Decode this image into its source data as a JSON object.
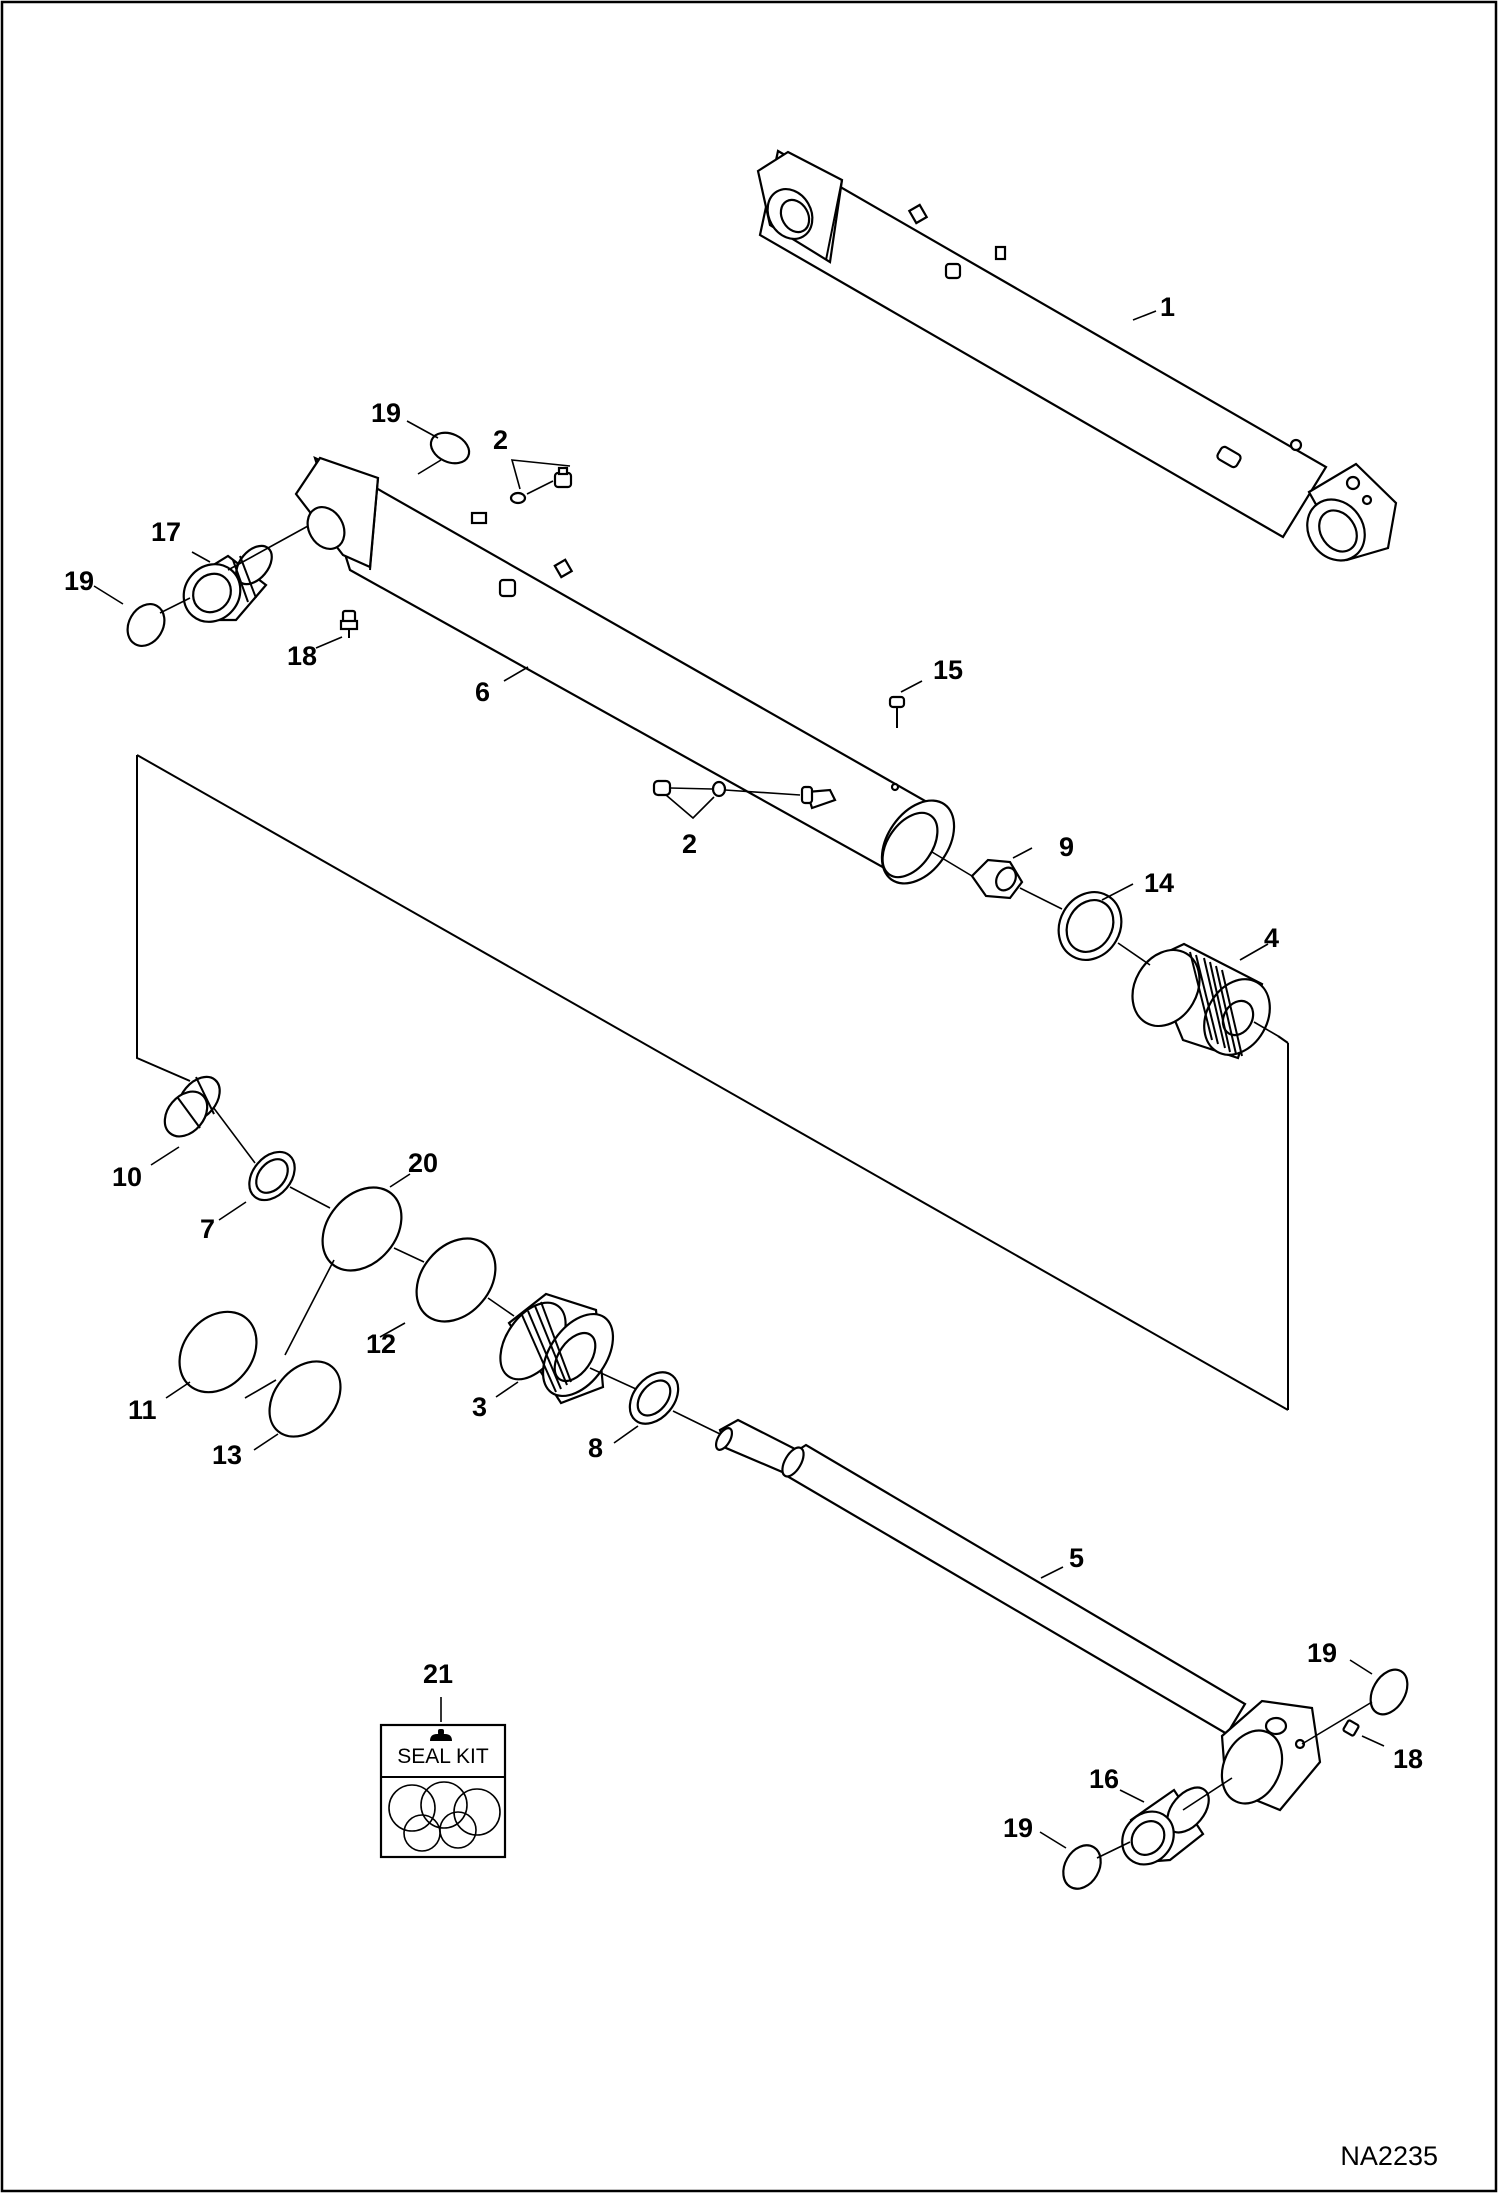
{
  "diagram_code": "NA2235",
  "seal_kit": {
    "number": "21",
    "text": "SEAL KIT"
  },
  "callouts": [
    {
      "id": "c1",
      "number": "1"
    },
    {
      "id": "c2a",
      "number": "2"
    },
    {
      "id": "c2b",
      "number": "2"
    },
    {
      "id": "c3",
      "number": "3"
    },
    {
      "id": "c4",
      "number": "4"
    },
    {
      "id": "c5",
      "number": "5"
    },
    {
      "id": "c6",
      "number": "6"
    },
    {
      "id": "c7",
      "number": "7"
    },
    {
      "id": "c8",
      "number": "8"
    },
    {
      "id": "c9",
      "number": "9"
    },
    {
      "id": "c10",
      "number": "10"
    },
    {
      "id": "c11",
      "number": "11"
    },
    {
      "id": "c12",
      "number": "12"
    },
    {
      "id": "c13",
      "number": "13"
    },
    {
      "id": "c14",
      "number": "14"
    },
    {
      "id": "c15",
      "number": "15"
    },
    {
      "id": "c16",
      "number": "16"
    },
    {
      "id": "c17",
      "number": "17"
    },
    {
      "id": "c18a",
      "number": "18"
    },
    {
      "id": "c18b",
      "number": "18"
    },
    {
      "id": "c19a",
      "number": "19"
    },
    {
      "id": "c19b",
      "number": "19"
    },
    {
      "id": "c19c",
      "number": "19"
    },
    {
      "id": "c19d",
      "number": "19"
    },
    {
      "id": "c20",
      "number": "20"
    }
  ]
}
